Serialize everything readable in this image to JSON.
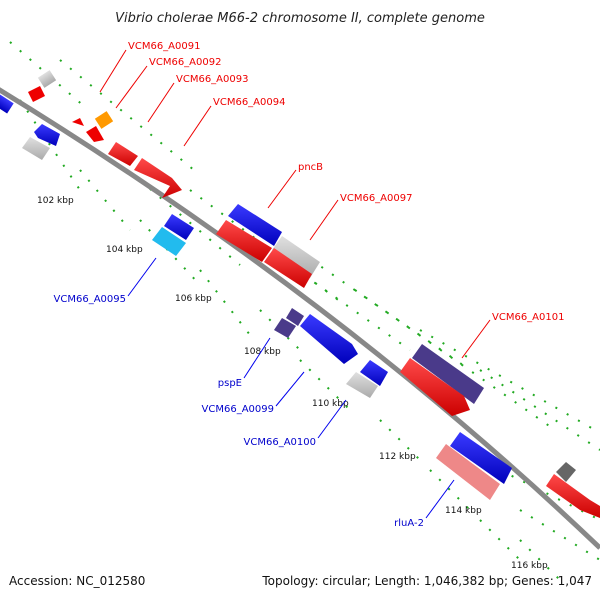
{
  "title": "Vibrio cholerae M66-2 chromosome II, complete genome",
  "footer": {
    "accession": "Accession: NC_012580",
    "summary": "Topology: circular; Length: 1,046,382 bp; Genes: 1,047"
  },
  "ticks": [
    "102 kbp",
    "104 kbp",
    "106 kbp",
    "108 kbp",
    "110 kbp",
    "112 kbp",
    "114 kbp",
    "116 kbp"
  ],
  "genes_forward": [
    "VCM66_A0091",
    "VCM66_A0092",
    "VCM66_A0093",
    "VCM66_A0094",
    "pncB",
    "VCM66_A0097",
    "VCM66_A0101"
  ],
  "genes_reverse": [
    "VCM66_A0095",
    "pspE",
    "VCM66_A0099",
    "VCM66_A0100",
    "rluA-2"
  ],
  "colors": {
    "cds_forward": "#ff0000",
    "cds_reverse": "#0000ff",
    "feature_gray": "#c8c8c8",
    "feature_dark_gray": "#666666",
    "feature_orange": "#ff9900",
    "feature_navy": "#4a3a8a",
    "feature_cyan": "#22bbee",
    "feature_pink": "#ee8888",
    "backbone": "#888888",
    "tick": "#22aa22"
  }
}
